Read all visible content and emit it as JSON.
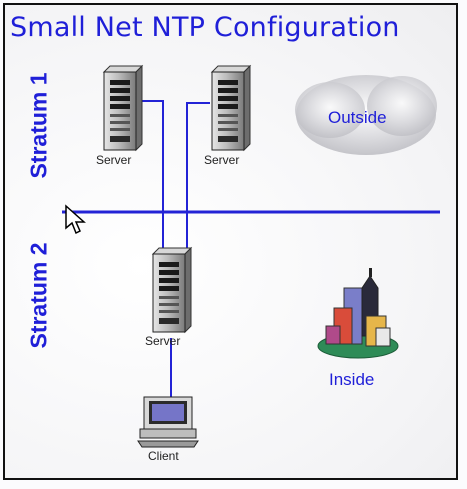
{
  "title": "Small Net NTP Configuration",
  "strata": {
    "stratum1": "Stratum 1",
    "stratum2": "Stratum 2"
  },
  "nodes": {
    "server_1": "Server",
    "server_2": "Server",
    "server_stratum2": "Server",
    "client": "Client"
  },
  "zones": {
    "outside": "Outside",
    "inside": "Inside"
  },
  "colors": {
    "accent": "#1f1fd8",
    "frame": "#111111",
    "link": "#2323d6"
  },
  "icons": [
    "server-icon",
    "client-computer-icon",
    "cloud-icon",
    "city-buildings-icon",
    "mouse-pointer-icon"
  ]
}
